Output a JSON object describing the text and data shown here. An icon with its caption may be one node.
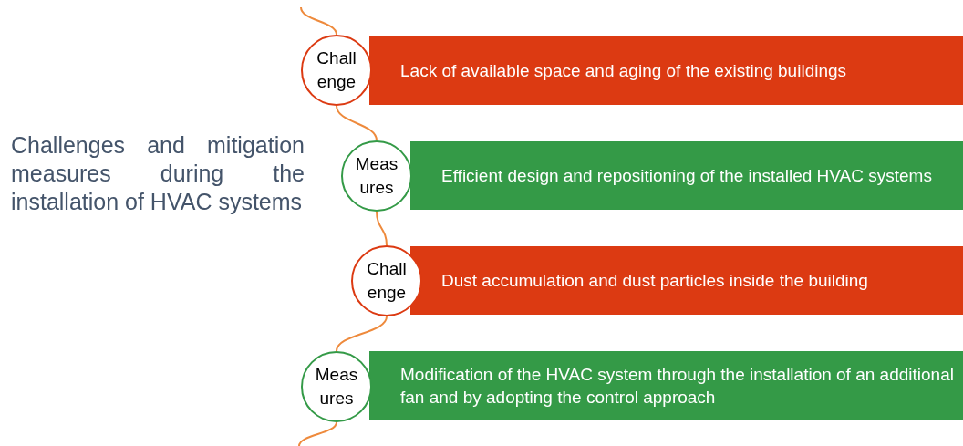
{
  "diagram": {
    "title": "Challenges and mitigation measures during the installation of HVAC systems",
    "nodes": [
      {
        "text": [
          "Chall enge"
        ]
      },
      {
        "text": [
          "Lack of available space and aging of the existing buildings"
        ]
      },
      {
        "text": [
          "Meas ures"
        ]
      },
      {
        "text": [
          "Efficient design and repositioning of the installed HVAC systems"
        ]
      },
      {
        "text": [
          "Chall enge"
        ]
      },
      {
        "text": [
          "Dust accumulation and dust particles inside the building"
        ]
      },
      {
        "text": [
          "Meas ures"
        ]
      },
      {
        "text": [
          "Modification of the HVAC system through the installation of an additional fan and by adopting the control approach"
        ]
      }
    ],
    "edges": [
      {
        "from": null,
        "to": 0,
        "arrow": "none"
      },
      {
        "from": 0,
        "to": 2,
        "arrow": "none"
      },
      {
        "from": 2,
        "to": 4,
        "arrow": "none"
      },
      {
        "from": 4,
        "to": 6,
        "arrow": "none"
      },
      {
        "from": 6,
        "to": null,
        "arrow": "none"
      }
    ]
  }
}
